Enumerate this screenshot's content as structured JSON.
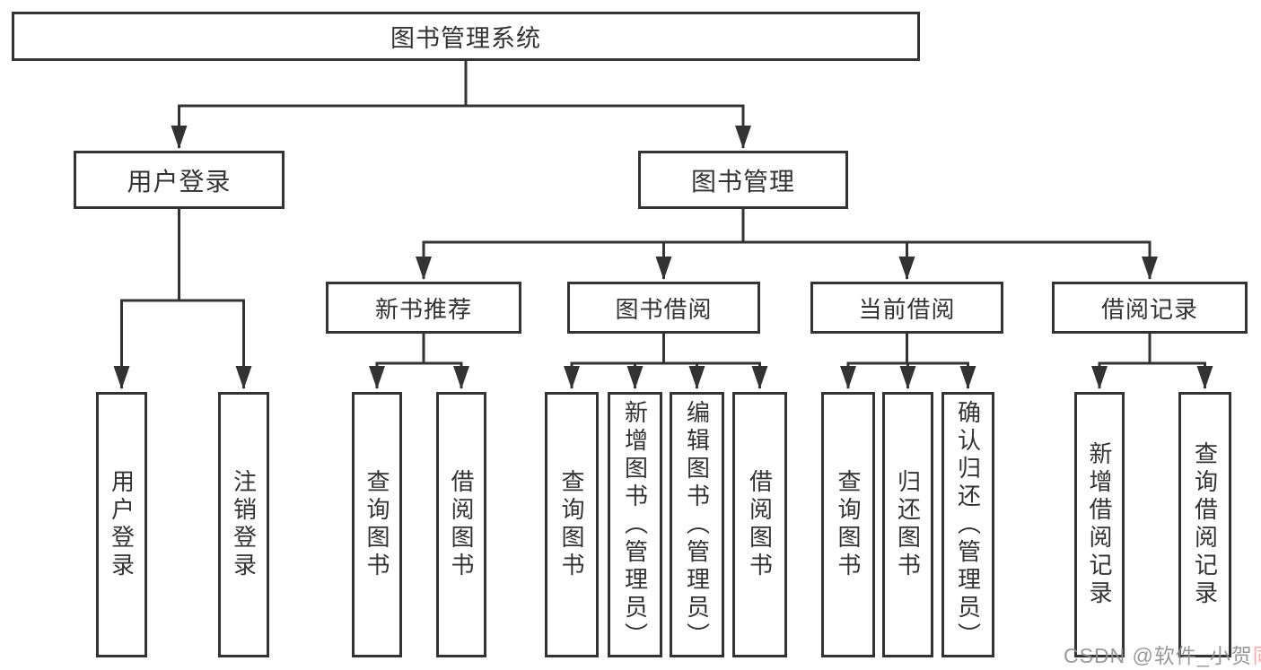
{
  "tree": {
    "root": {
      "label": "图书管理系统"
    },
    "children": [
      {
        "label": "用户登录",
        "children": [
          {
            "label": "用户登录"
          },
          {
            "label": "注销登录"
          }
        ]
      },
      {
        "label": "图书管理",
        "children": [
          {
            "label": "新书推荐",
            "children": [
              {
                "label": "查询图书"
              },
              {
                "label": "借阅图书"
              }
            ]
          },
          {
            "label": "图书借阅",
            "children": [
              {
                "label": "查询图书"
              },
              {
                "label": "新增图书（管理员）"
              },
              {
                "label": "编辑图书（管理员）"
              },
              {
                "label": "借阅图书"
              }
            ]
          },
          {
            "label": "当前借阅",
            "children": [
              {
                "label": "查询图书"
              },
              {
                "label": "归还图书"
              },
              {
                "label": "确认归还（管理员）"
              }
            ]
          },
          {
            "label": "借阅记录",
            "children": [
              {
                "label": "新增借阅记录"
              },
              {
                "label": "查询借阅记录"
              }
            ]
          }
        ]
      }
    ]
  },
  "watermark": {
    "prefix": "CSDN @软件_小贺",
    "suffix": "同学"
  },
  "colors": {
    "line": "#333333",
    "box_border": "#333333",
    "box_fill": "#ffffff",
    "background": "#ffffff",
    "watermark_gray": "#8f8f8f",
    "watermark_pink": "#f7a3a3"
  }
}
